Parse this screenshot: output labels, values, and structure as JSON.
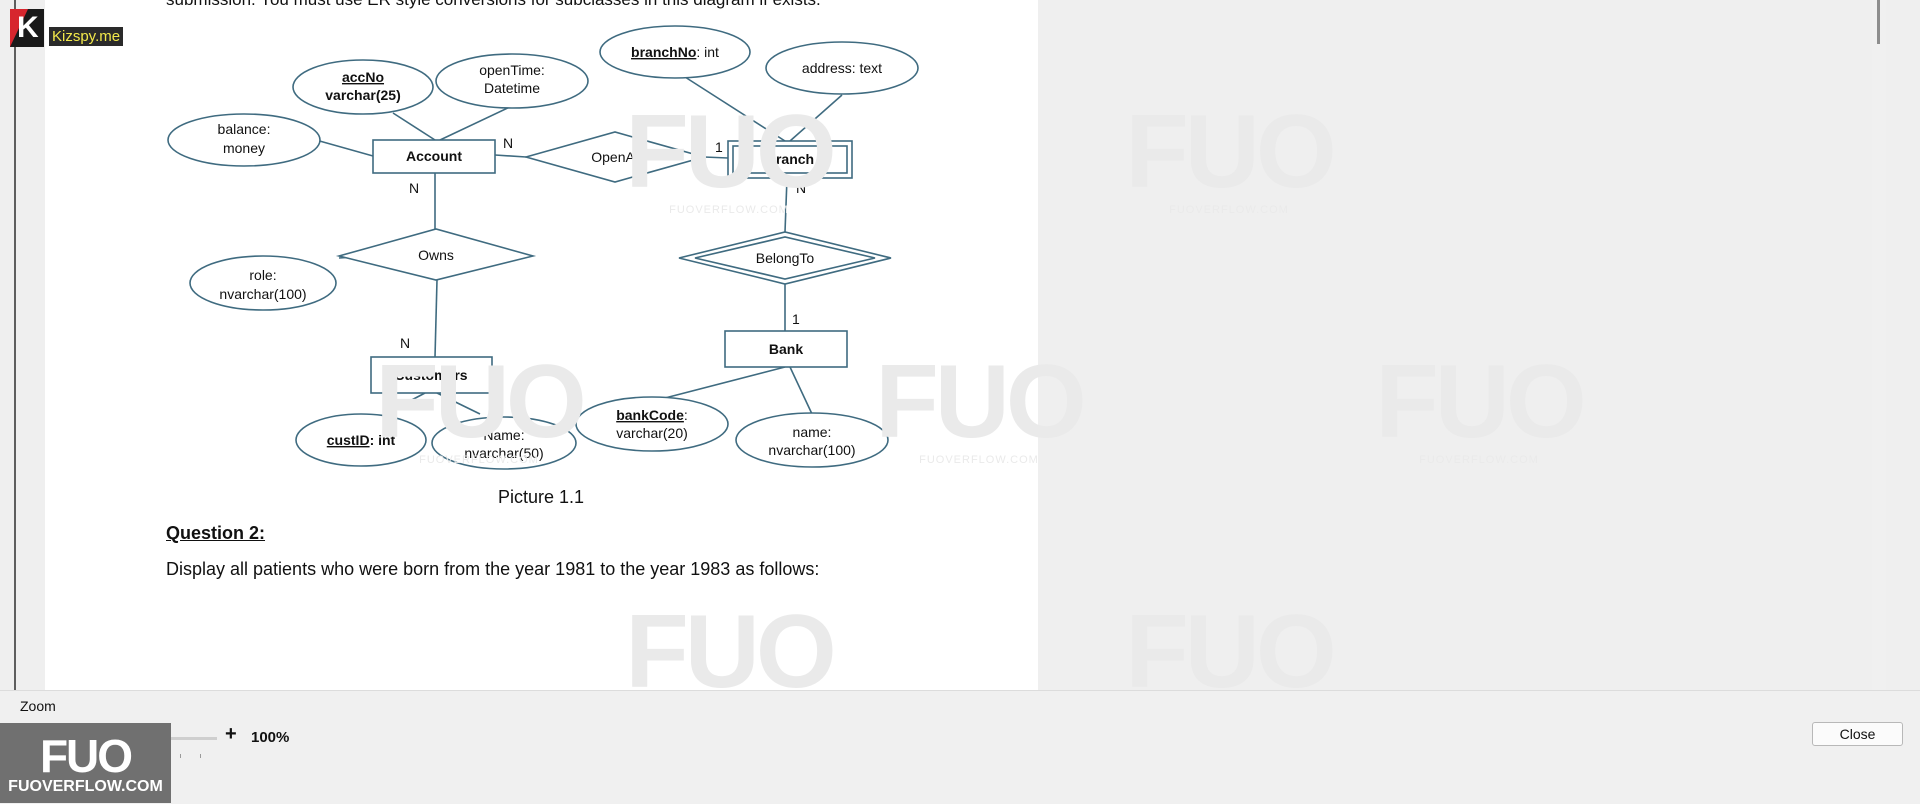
{
  "document": {
    "top_text": "submission. You must use ER style conversions for subclasses in this diagram if exists.",
    "caption": "Picture 1.1",
    "question_title": "Question 2:",
    "question_text": "Display all patients who were born from the year 1981 to the year 1983 as follows:"
  },
  "diagram": {
    "entities": {
      "account": "Account",
      "branch": "Branch",
      "customers": "Customers",
      "bank": "Bank"
    },
    "relationships": {
      "openat": "OpenAt",
      "owns": "Owns",
      "belongto": "BelongTo"
    },
    "attributes": {
      "accno_key": "accNo",
      "accno_type": "varchar(25)",
      "opentime_name": "openTime:",
      "opentime_type": "Datetime",
      "balance_name": "balance:",
      "balance_type": "money",
      "branchno_key": "branchNo",
      "branchno_type": ": int",
      "address": "address: text",
      "role_name": "role:",
      "role_type": "nvarchar(100)",
      "custid_key": "custID",
      "custid_type": ": int",
      "cname_name": "Name:",
      "cname_type": "nvarchar(50)",
      "bankcode_key": "bankCode",
      "bankcode_colon": ":",
      "bankcode_type": "varchar(20)",
      "bname_name": "name:",
      "bname_type": "nvarchar(100)"
    },
    "cardinalities": {
      "account_openat": "N",
      "branch_openat": "1",
      "account_owns": "N",
      "customers_owns": "N",
      "branch_belongto": "N",
      "bank_belongto": "1"
    }
  },
  "zoom": {
    "label": "Zoom",
    "minus": "-",
    "plus": "+",
    "value": "100%",
    "level_percent": 100
  },
  "close_button": "Close",
  "branding": {
    "top_logo_text": "Kizspy.me",
    "top_logo_letter": "K",
    "bottom_logo_mark": "FUO",
    "bottom_logo_text": "FUOVERFLOW.COM",
    "watermark_mark": "FUO",
    "watermark_text": "FUOVERFLOW.COM"
  },
  "colors": {
    "diagram_stroke": "#3f6b80",
    "slider_thumb": "#1f4f8c",
    "logo_red": "#d7262e",
    "logo_yellow": "#f2e84a"
  }
}
